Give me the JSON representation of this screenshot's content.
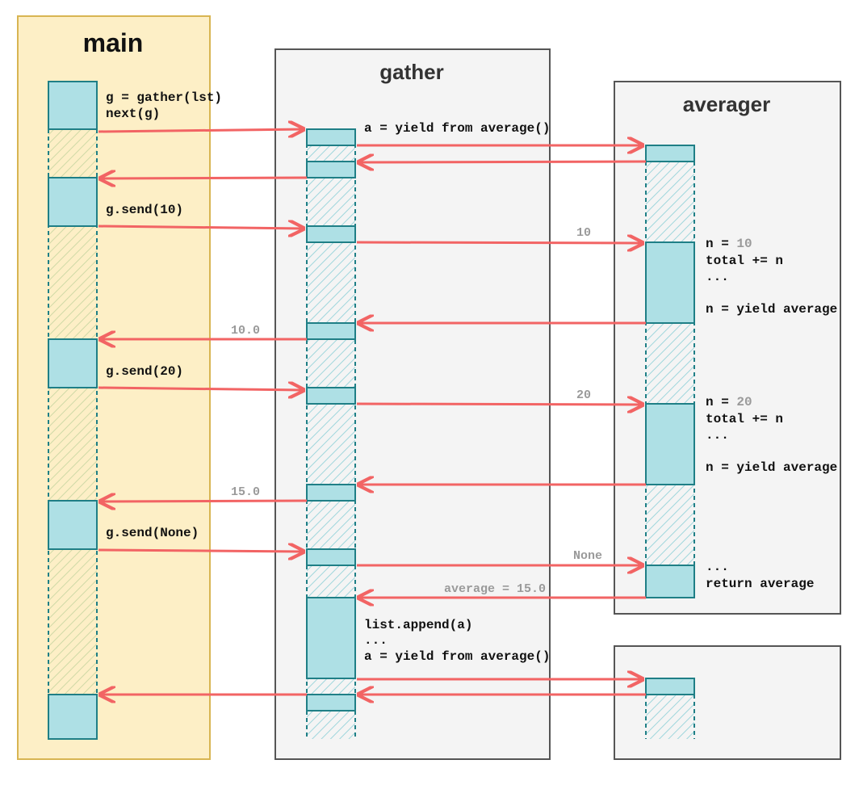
{
  "lanes": {
    "main": {
      "title": "main"
    },
    "gather": {
      "title": "gather"
    },
    "averager": {
      "title": "averager"
    }
  },
  "colors": {
    "main_bg": "#fdefc6",
    "main_border": "#d8b552",
    "lane_bg": "#f4f4f4",
    "lane_border": "#555555",
    "block_fill": "#aee0e5",
    "block_stroke": "#1f7f86",
    "arrow": "#f26464",
    "value_text": "#9a9a9a"
  },
  "main_code": {
    "init_line1": "g = gather(lst)",
    "init_line2": "next(g)",
    "send10": "g.send(10)",
    "send20": "g.send(20)",
    "sendNone": "g.send(None)"
  },
  "gather_code": {
    "yield_from": "a = yield from average()",
    "append_line1": "list.append(a)",
    "append_line2": "...",
    "append_line3": "a = yield from average()"
  },
  "averager_code": {
    "block1_n": "n = ",
    "block1_n_val": "10",
    "block1_total": "total += n",
    "block1_dots": "...",
    "block1_yield": "n = yield average",
    "block2_n": "n = ",
    "block2_n_val": "20",
    "block2_total": "total += n",
    "block2_dots": "...",
    "block2_yield": "n = yield average",
    "block3_dots": "...",
    "block3_return": "return average"
  },
  "arrow_labels": {
    "v10": "10",
    "v10_0": "10.0",
    "v20": "20",
    "v15_0": "15.0",
    "vNone": "None",
    "avg15": "average = 15.0"
  }
}
